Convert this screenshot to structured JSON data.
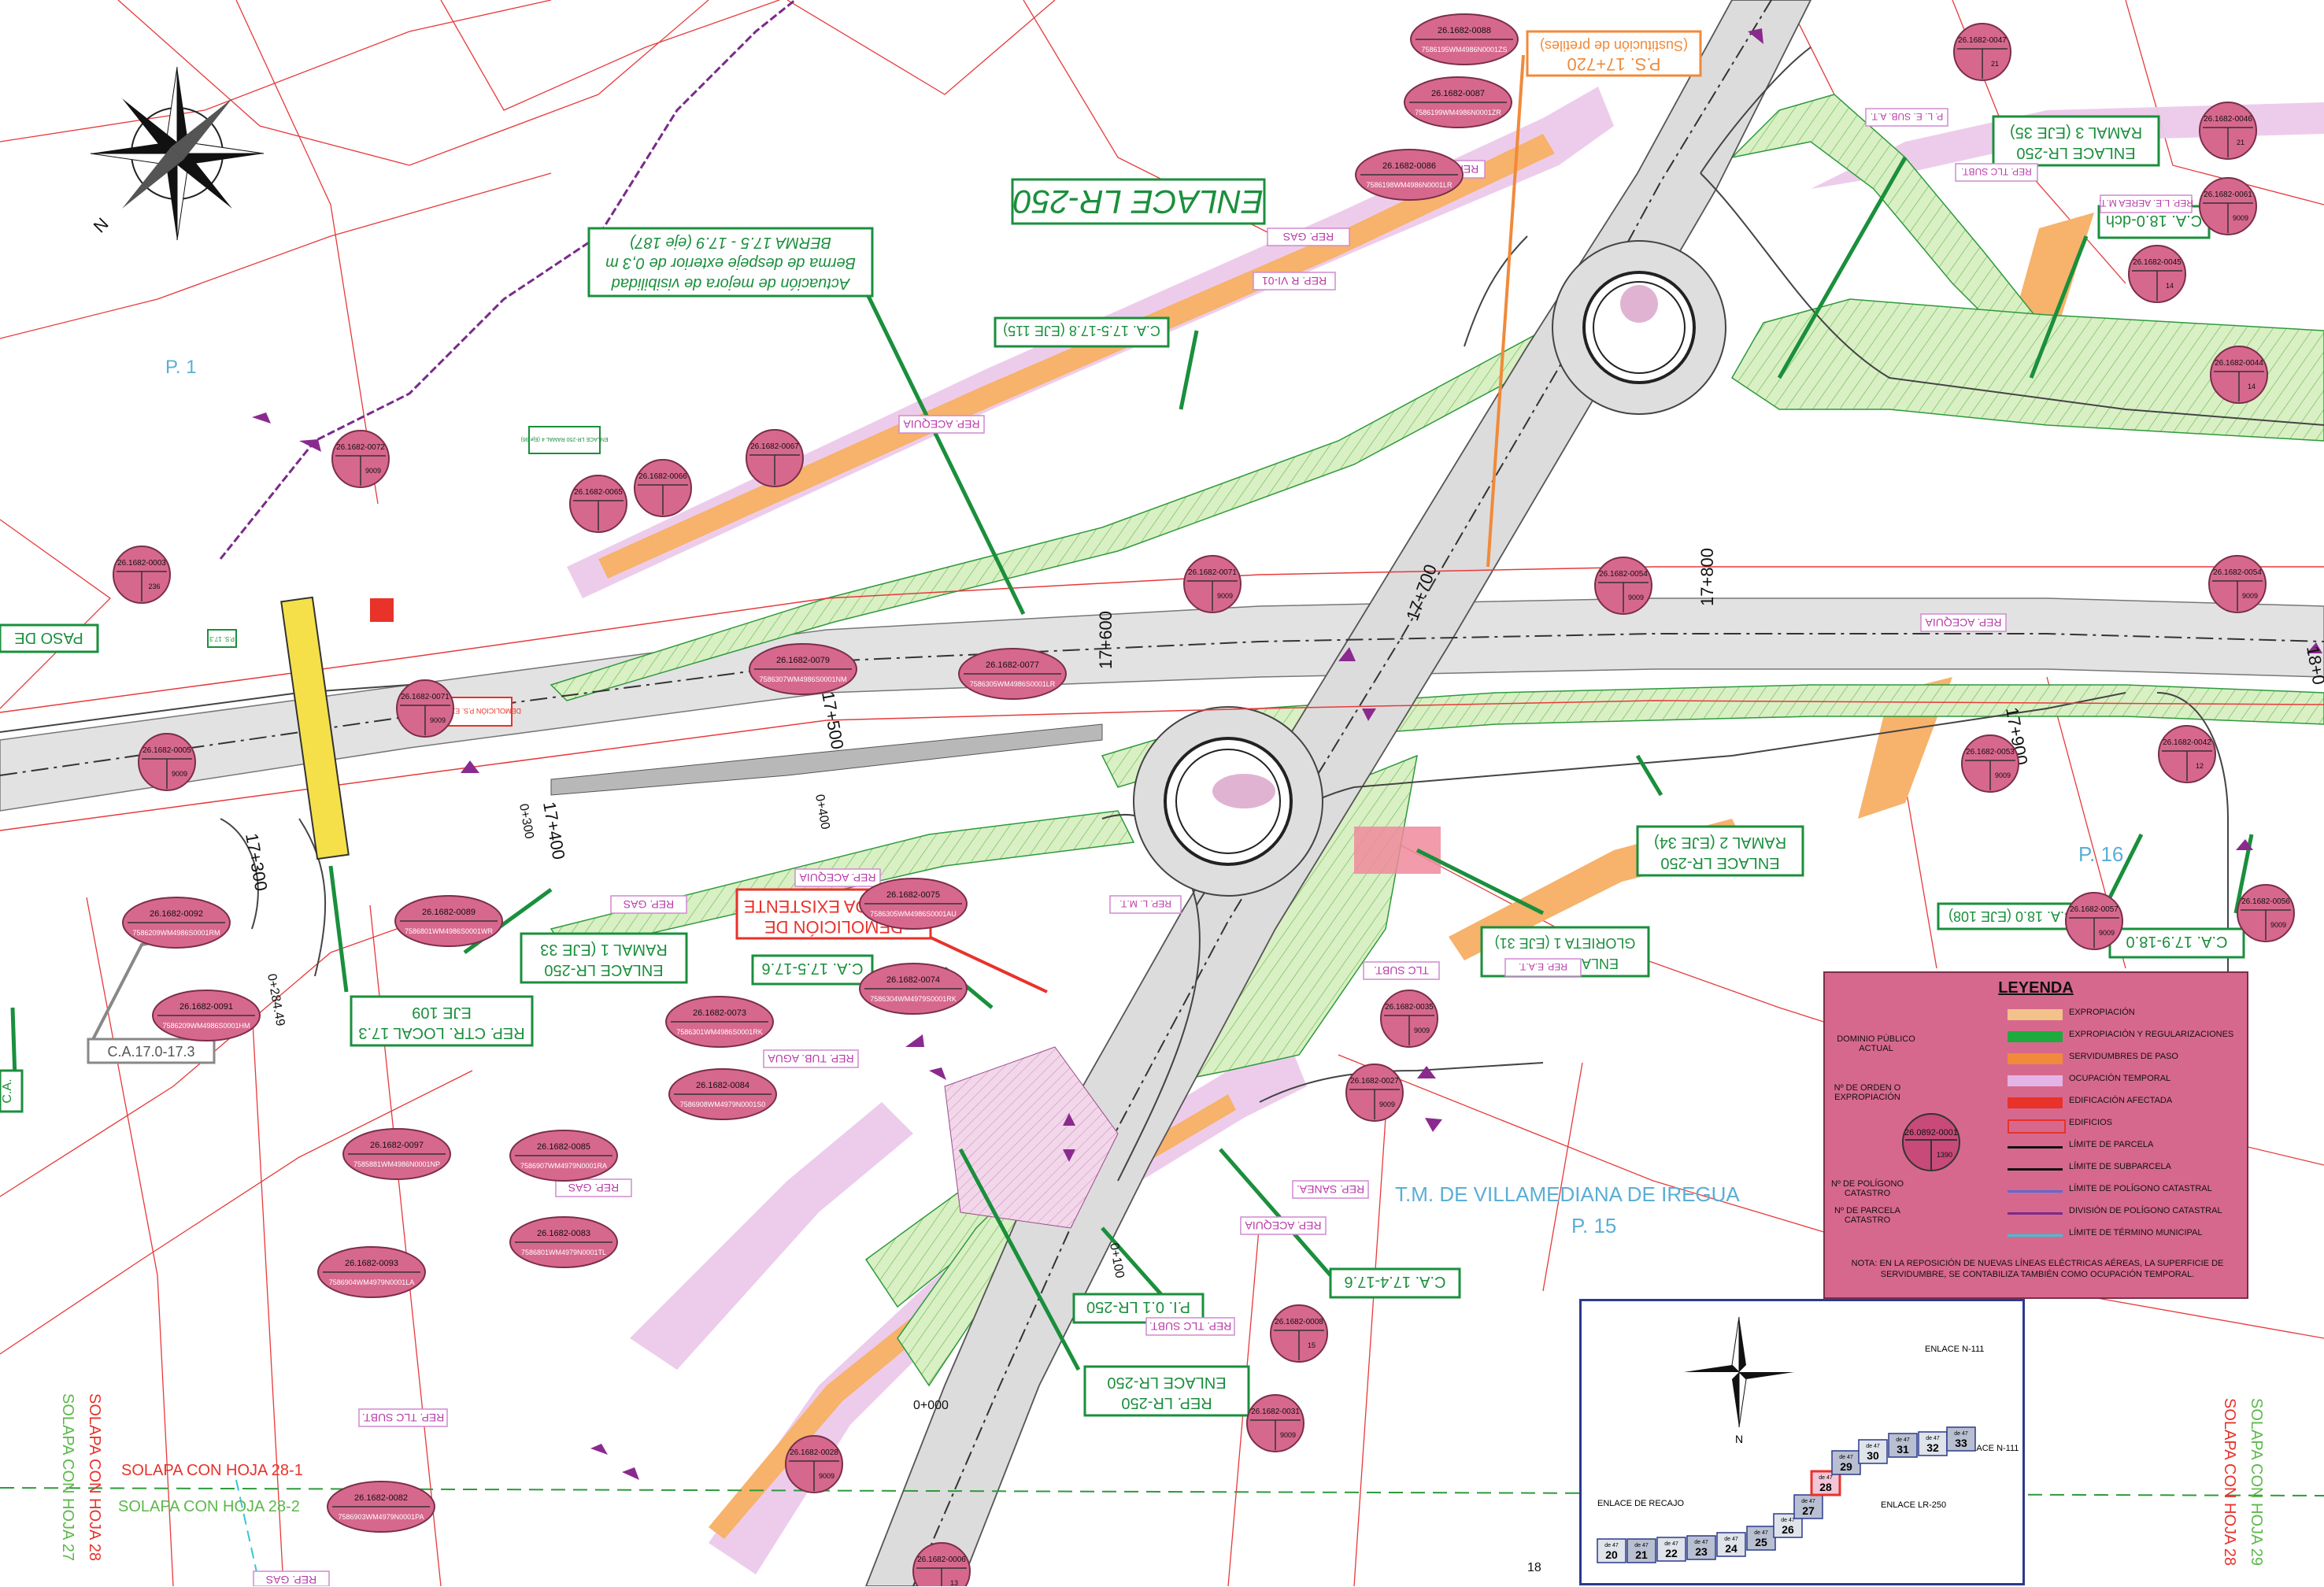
{
  "colors": {
    "road_fill": "#e2e2e2",
    "green_slope": "#cfe8b5",
    "green_line": "#1f9e4a",
    "orange_band": "#f7b26b",
    "temp_occupation": "#e7c4e6",
    "parcel_line": "#e8393a",
    "parcel_badge": "#d7688d",
    "label_green": "#1a8f3c",
    "label_red": "#e8322a",
    "place_blue": "#5aaed6",
    "axis_line": "#333333"
  },
  "place_labels": {
    "p1": "P. 1",
    "p15": "P. 15",
    "p16": "P. 16",
    "municipality": "T.M. DE VILLAMEDIANA DE IREGUA"
  },
  "titles": {
    "enlace_lr250": "ENLACE LR-250"
  },
  "callouts": {
    "ps_17_720": "P.S. 17+720",
    "sustitucion_pretiles": "(Sustitución de pretiles)",
    "actuacion_1": "Actuación de mejora de visibilidad",
    "actuacion_2": "Berma de despeje exterior de 0,3 m",
    "actuacion_3": "BERMA 17.5 - 17.9 (eje 187)",
    "ca_175_178": "C.A. 17.5-17.8 (EJE 115)",
    "ramal3_a": "ENLACE LR-250",
    "ramal3_b": "RAMAL 3 (EJE 35)",
    "ca_180_a": "C.A. 18.0-dch",
    "ramal2_a": "ENLACE LR-250",
    "ramal2_b": "RAMAL 2 (EJE 34)",
    "glorieta_a": "ENLACE LR-250",
    "glorieta_b": "GLORIETA 1 (EJE 31)",
    "ca_180_eje108": "C.A. 18.0 (EJE 108)",
    "ca_179_180": "C.A. 17.9-18.0",
    "demolicion_a": "DEMOLICIÓN DE",
    "demolicion_b": "CALZADA EXISTENTE",
    "ramal1_a": "ENLACE LR-250",
    "ramal1_b": "RAMAL 1 (EJE 33",
    "ca_175_176": "C.A. 17.5-17.6",
    "eje109_a": "REP. CTR. LOCAL 17.3",
    "eje109_b": "EJE 109",
    "ca_170_173": "C.A.17.0-17.3",
    "ca_174_176": "C.A. 17.4-17.6",
    "pi_lr250": "P.I. 0.1 LR-250",
    "rep_lr250_a": "REP. LR-250",
    "rep_lr250_b": "ENLACE LR-250",
    "paso_de": "PASO DE",
    "ca_left": "C.A.",
    "demolicion_ps": "DEMOLICIÓN P.S. EXISTENTE",
    "ramal4": "ENLACE LR-250 RAMAL 4 (Eje 36)",
    "ps_173": "P.S. 17.3"
  },
  "service_labels": {
    "rep_tlc_subt_1": "REP. TLC SUBT.",
    "rep_gas_1": "REP. GAS",
    "rep_rvi01": "REP. R VI-01",
    "rep_acequia_1": "REP. ACEQUIA",
    "rep_acequia_2": "REP. ACEQUIA",
    "rep_acequia_3": "REP. ACEQUIA",
    "rep_acequia_4": "REP. ACEQUIA",
    "rep_gas_2": "REP. GAS",
    "rep_gas_3": "REP. GAS",
    "rep_gas_4": "REP. GAS",
    "rep_tub_agua": "REP. TUB. AGUA",
    "rep_tlc_subt_2": "REP. TLC SUBT.",
    "rep_tlc_subt_3": "REP. TLC SUBT.",
    "rep_sanea": "REP. SANEA.",
    "tlc_subt": "TLC SUBT.",
    "rep_leat": "REP. L.E. AEREA M.T.",
    "p_le_sub": "P. L. E. SUB. A.T.",
    "rep_tlc_subt_4": "REP. TLC SUBT.",
    "rep_eat": "REP. E.A.T.",
    "rep_lmt": "REP. L. M.T."
  },
  "stations": {
    "s_300": "17+300",
    "s_400": "17+400",
    "s_500": "17+500",
    "s_600": "17+600",
    "s_700": "17+700",
    "s_800": "17+800",
    "s_900": "17+900",
    "s_18": "18+0",
    "s_o284": "0+284.49",
    "s_o000": "0+000",
    "s_o100": "0+100",
    "s_o300": "0+300",
    "s_o400": "0+400"
  },
  "solapa": {
    "left_red": "SOLAPA CON HOJA 28-1",
    "left_green": "SOLAPA CON HOJA 28-2",
    "left_red_v": "SOLAPA CON HOJA 28",
    "left_green_v": "SOLAPA CON HOJA 27",
    "right_red_v": "SOLAPA CON HOJA 28",
    "right_green_v": "SOLAPA CON HOJA 29"
  },
  "parcels": [
    {
      "code": "26.1682-0072",
      "val": "9009"
    },
    {
      "code": "26.1682-0003",
      "val": "236"
    },
    {
      "code": "26.1682-0005",
      "val": "9009"
    },
    {
      "code": "26.1682-0071",
      "val": "9009"
    },
    {
      "code": "26.1682-0092",
      "val": "7586209WM4986S0001RM"
    },
    {
      "code": "26.1682-0089",
      "val": "7586801WM4986S0001WR"
    },
    {
      "code": "26.1682-0091",
      "val": "7586209WM4986S0001HM"
    },
    {
      "code": "26.1682-0073",
      "val": "7586301WM4986S0001RK"
    },
    {
      "code": "26.1682-0084",
      "val": "7586908WM4979N0001S0"
    },
    {
      "code": "26.1682-0097",
      "val": "7585881WM4986N0001NP"
    },
    {
      "code": "26.1682-0085",
      "val": "7586907WM4979N0001RA"
    },
    {
      "code": "26.1682-0083",
      "val": "7586801WM4979N0001TL"
    },
    {
      "code": "26.1682-0093",
      "val": "7586904WM4979N0001LA"
    },
    {
      "code": "26.1682-0082",
      "val": "7586903WM4979N0001PA"
    },
    {
      "code": "26.1682-0067",
      "val": ""
    },
    {
      "code": "26.1682-0066",
      "val": ""
    },
    {
      "code": "26.1682-0065",
      "val": ""
    },
    {
      "code": "26.1682-0079",
      "val": "7586307WM4986S0001NM"
    },
    {
      "code": "26.1682-0077",
      "val": "7586305WM4986S0001LR"
    },
    {
      "code": "26.1682-0075",
      "val": "7586305WM4986S0001AU"
    },
    {
      "code": "26.1682-0074",
      "val": "7586304WM4979S0001RK"
    },
    {
      "code": "26.1682-0071",
      "val": "9009"
    },
    {
      "code": "26.1682-0054",
      "val": "9009"
    },
    {
      "code": "26.1682-0086",
      "val": "7586198WM4986N0001LR"
    },
    {
      "code": "26.1682-0087",
      "val": "7586199WM4986N0001ZR"
    },
    {
      "code": "26.1682-0088",
      "val": "7586195WM4986N0001ZS"
    },
    {
      "code": "26.1682-0053",
      "val": "9009"
    },
    {
      "code": "26.1682-0035",
      "val": "9009"
    },
    {
      "code": "26.1682-0027",
      "val": "9009"
    },
    {
      "code": "26.1682-0008",
      "val": "15"
    },
    {
      "code": "26.1682-0031",
      "val": "9009"
    },
    {
      "code": "26.1682-0028",
      "val": "9009"
    },
    {
      "code": "26.1682-0006",
      "val": "13"
    },
    {
      "code": "26.1682-0047",
      "val": "21"
    },
    {
      "code": "26.1682-0046",
      "val": "21"
    },
    {
      "code": "26.1682-0061",
      "val": "9009"
    },
    {
      "code": "26.1682-0045",
      "val": "14"
    },
    {
      "code": "26.1682-0044",
      "val": "14"
    },
    {
      "code": "26.1682-0054",
      "val": "9009"
    },
    {
      "code": "26.1682-0042",
      "val": "12"
    },
    {
      "code": "26.1682-0057",
      "val": "9009"
    },
    {
      "code": "26.1682-0056",
      "val": "9009"
    }
  ],
  "legend": {
    "title": "LEYENDA",
    "items": [
      {
        "label": "EXPROPIACIÓN",
        "color": "#f2c28a"
      },
      {
        "label": "EXPROPIACIÓN Y REGULARIZACIONES",
        "color": "#1faa3e"
      },
      {
        "label": "SERVIDUMBRES DE PASO",
        "color": "#f08a3a"
      },
      {
        "label": "OCUPACIÓN TEMPORAL",
        "color": "#e4b4e6"
      },
      {
        "label": "EDIFICACIÓN AFECTADA",
        "color": "#e8322a"
      },
      {
        "label": "EDIFICIOS",
        "color": "none"
      },
      {
        "label": "LÍMITE DE PARCELA",
        "color": "#111111"
      },
      {
        "label": "LÍMITE DE SUBPARCELA",
        "color": "#111111"
      },
      {
        "label": "LÍMITE DE POLÍGONO CATASTRAL",
        "color": "#5a6bd6"
      },
      {
        "label": "DIVISIÓN DE POLÍGONO CATASTRAL",
        "color": "#7a2a8a"
      },
      {
        "label": "LÍMITE DE TÉRMINO MUNICIPAL",
        "color": "#36c6d6"
      }
    ],
    "dominio": "DOMINIO PÚBLICO ACTUAL",
    "n_orden": "Nº DE ORDEN O EXPROPIACIÓN",
    "sample_code": "26.0892-0001",
    "sample_val": "1390",
    "n_poligono": "Nº DE POLÍGONO CATASTRO",
    "n_parcela": "Nº DE PARCELA CATASTRO",
    "note": "NOTA: EN LA REPOSICIÓN DE NUEVAS LÍNEAS ELÉCTRICAS AÉREAS, LA SUPERFICIE DE SERVIDUMBRE, SE CONTABILIZA TAMBIÉN COMO OCUPACIÓN TEMPORAL."
  },
  "inset": {
    "enlace_n111_a": "ENLACE N-111",
    "enlace_n111_b": "ENLACE N-111",
    "enlace_recajo": "ENLACE DE RECAJO",
    "enlace_lr250": "ENLACE LR-250",
    "north": "N",
    "sheets": [
      "20",
      "21",
      "22",
      "23",
      "24",
      "25",
      "26",
      "27",
      "28",
      "29",
      "30",
      "31",
      "32",
      "33"
    ],
    "sheet_prefix": "de 47"
  },
  "north": "N",
  "page_number": "18"
}
